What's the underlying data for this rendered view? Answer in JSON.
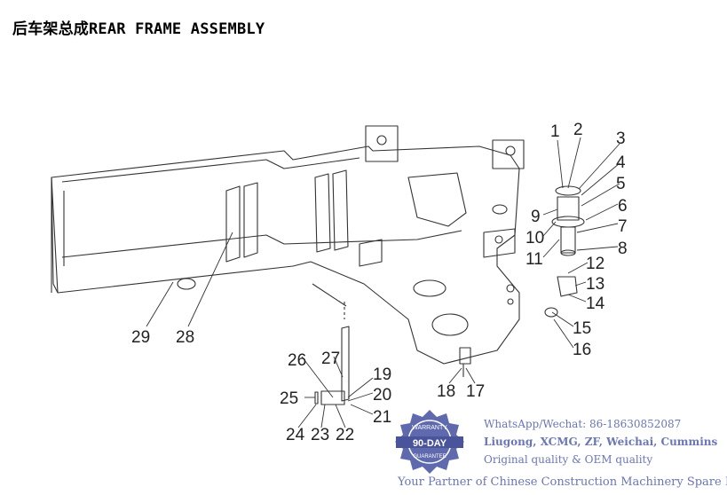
{
  "title": "后车架总成REAR FRAME ASSEMBLY",
  "callouts": [
    "1",
    "2",
    "3",
    "4",
    "5",
    "6",
    "7",
    "8",
    "9",
    "10",
    "11",
    "12",
    "13",
    "14",
    "15",
    "16",
    "17",
    "18",
    "19",
    "20",
    "21",
    "22",
    "23",
    "24",
    "25",
    "26",
    "27",
    "28",
    "29"
  ],
  "watermark": {
    "line1": "WhatsApp/Wechat: 86-18630852087",
    "line2": "Liugong, XCMG, ZF, Weichai, Cummins",
    "line3": "Original quality & OEM quality",
    "line4": "Your Partner of Chinese Construction Machinery Spare Parts",
    "badge_top": "WARRANTY",
    "badge_main": "90-DAY",
    "badge_bottom": "GUARANTEE"
  },
  "colors": {
    "line": "#333333",
    "watermark": "#6a76b6",
    "badge": "#5f6aae"
  }
}
